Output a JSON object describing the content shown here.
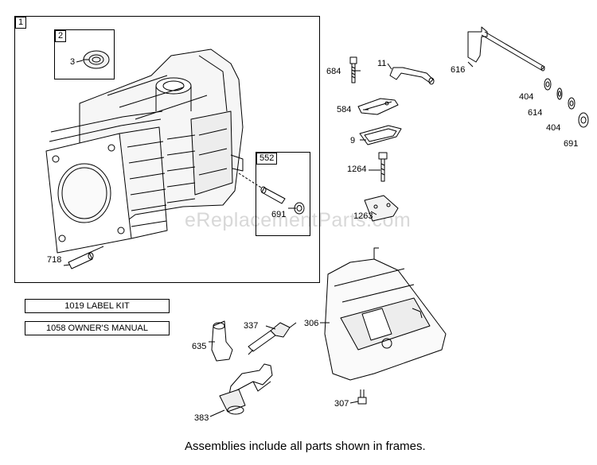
{
  "frames": {
    "main_tag": "1",
    "seal_tag": "2",
    "gov_tag": "552"
  },
  "labels": {
    "p3": "3",
    "p718": "718",
    "p691_in": "691",
    "p684": "684",
    "p11": "11",
    "p616": "616",
    "p584": "584",
    "p9": "9",
    "p1264": "1264",
    "p1263": "1263",
    "p404a": "404",
    "p614": "614",
    "p404b": "404",
    "p691": "691",
    "p337": "337",
    "p635": "635",
    "p306": "306",
    "p383": "383",
    "p307": "307"
  },
  "kits": {
    "label_kit": "1019 LABEL KIT",
    "manual": "1058 OWNER'S MANUAL"
  },
  "footer": "Assemblies include all parts shown in frames.",
  "watermark": "eReplacementParts.com"
}
